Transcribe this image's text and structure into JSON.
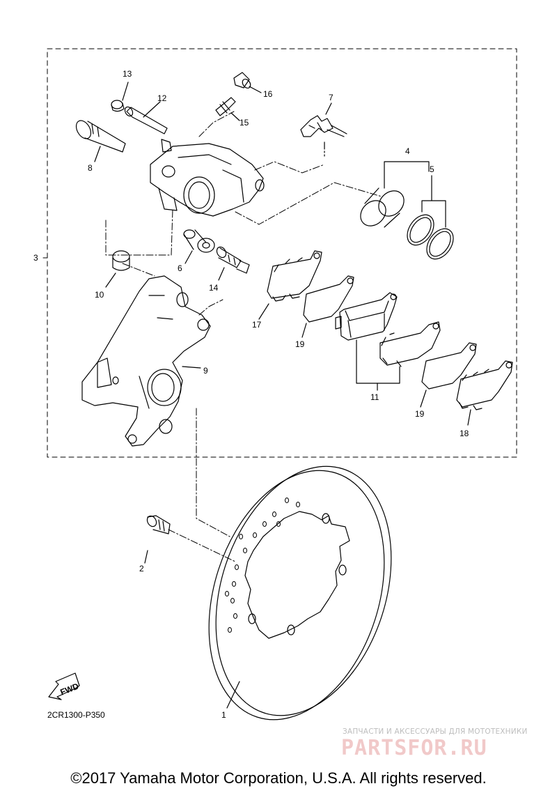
{
  "callouts": {
    "c1": "1",
    "c2": "2",
    "c3": "3",
    "c4": "4",
    "c5": "5",
    "c6": "6",
    "c7": "7",
    "c8": "8",
    "c9": "9",
    "c10": "10",
    "c11": "11",
    "c12": "12",
    "c13": "13",
    "c14": "14",
    "c15": "15",
    "c16": "16",
    "c17": "17",
    "c18": "18",
    "c19a": "19",
    "c19b": "19"
  },
  "fwd_label": "FWD",
  "diagram_code": "2CR1300-P350",
  "copyright": "©2017 Yamaha Motor Corporation, U.S.A. All rights reserved.",
  "watermark": {
    "tagline": "ЗАПЧАСТИ И АКСЕССУАРЫ ДЛЯ МОТОТЕХНИКИ",
    "logo": "PARTSFOR.RU"
  },
  "colors": {
    "line": "#000000",
    "watermark_text": "#f1c9c9",
    "watermark_tag": "#bdbdbd"
  }
}
